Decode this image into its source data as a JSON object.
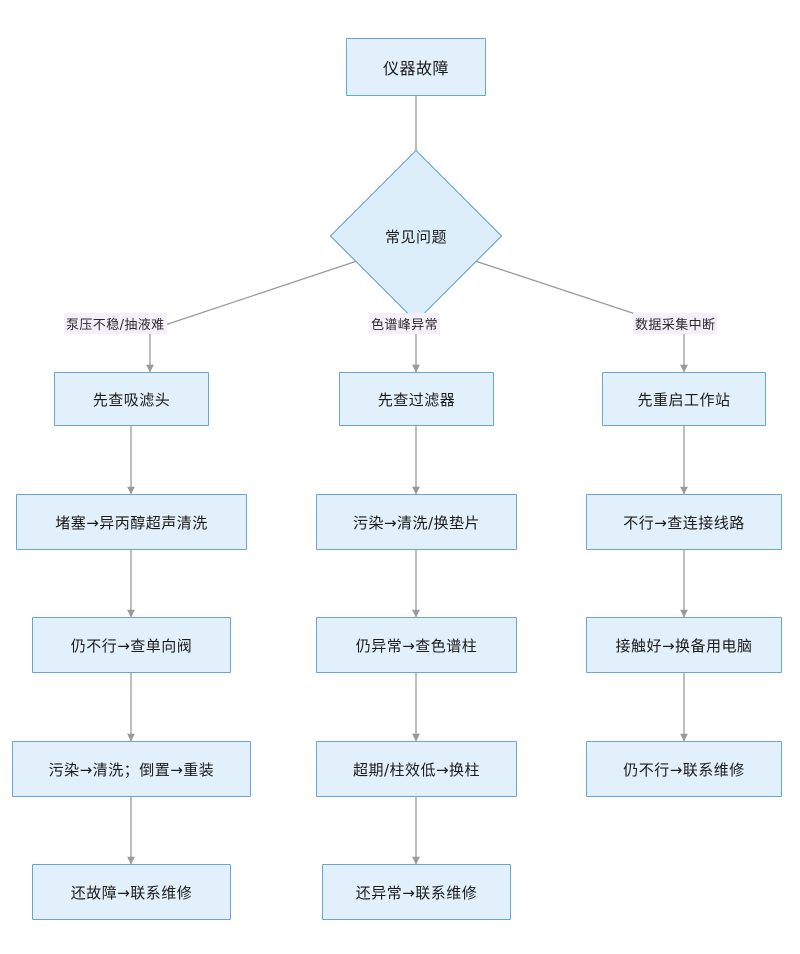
{
  "diagram": {
    "type": "flowchart",
    "title_node": {
      "id": "start",
      "label": "仪器故障",
      "shape": "rectangle"
    },
    "decision": {
      "id": "decision",
      "label": "常见问题",
      "shape": "diamond"
    },
    "edge_labels": [
      {
        "id": "branch-left",
        "label": "泵压不稳/抽液难"
      },
      {
        "id": "branch-middle",
        "label": "色谱峰异常"
      },
      {
        "id": "branch-right",
        "label": "数据采集中断"
      }
    ],
    "columns": [
      {
        "id": "column-left",
        "branch_label": "泵压不稳/抽液难",
        "steps": [
          "先查吸滤头",
          "堵塞→异丙醇超声清洗",
          "仍不行→查单向阀",
          "污染→清洗；倒置→重装",
          "还故障→联系维修"
        ]
      },
      {
        "id": "column-middle",
        "branch_label": "色谱峰异常",
        "steps": [
          "先查过滤器",
          "污染→清洗/换垫片",
          "仍异常→查色谱柱",
          "超期/柱效低→换柱",
          "还异常→联系维修"
        ]
      },
      {
        "id": "column-right",
        "branch_label": "数据采集中断",
        "steps": [
          "先重启工作站",
          "不行→查连接线路",
          "接触好→换备用电脑",
          "仍不行→联系维修"
        ]
      }
    ],
    "colors": {
      "node_fill": "#e2f0fb",
      "node_border": "#6ba3d6",
      "diamond_fill": "#ddeefb",
      "diamond_border": "#5b9bd5",
      "connector": "#9a9a9a",
      "label_highlight": "#f4effa",
      "text": "#1b1b1b",
      "background": "#ffffff"
    }
  }
}
